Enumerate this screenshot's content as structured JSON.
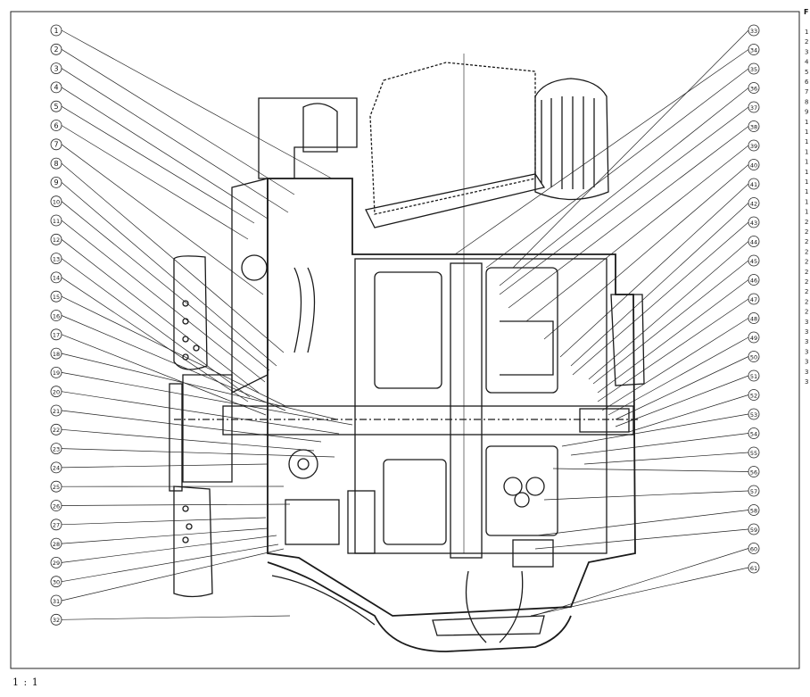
{
  "diagram": {
    "scale": "1 : 1",
    "figure_heading": "F",
    "callouts": [
      "1",
      "2",
      "3",
      "4",
      "5",
      "6",
      "7",
      "8",
      "9",
      "10",
      "11",
      "12",
      "13",
      "14",
      "15",
      "16",
      "17",
      "18",
      "19",
      "20",
      "21",
      "22",
      "23",
      "24",
      "25",
      "26",
      "27",
      "28",
      "29",
      "30",
      "31",
      "32",
      "33",
      "34",
      "35",
      "36",
      "37",
      "38",
      "39",
      "40",
      "41",
      "42",
      "43",
      "44",
      "45",
      "46",
      "47",
      "48",
      "49",
      "50",
      "51",
      "52",
      "53",
      "54",
      "55",
      "56",
      "57",
      "58",
      "59",
      "60",
      "61"
    ],
    "side_list": [
      "1",
      "2",
      "3",
      "4",
      "5",
      "6",
      "7",
      "8",
      "9",
      "1",
      "1",
      "1",
      "1",
      "1",
      "1",
      "1",
      "1",
      "1",
      "1",
      "2",
      "2",
      "2",
      "2",
      "2",
      "2",
      "2",
      "2",
      "2",
      "2",
      "3",
      "3",
      "3",
      "3",
      "3",
      "3",
      "3"
    ]
  }
}
